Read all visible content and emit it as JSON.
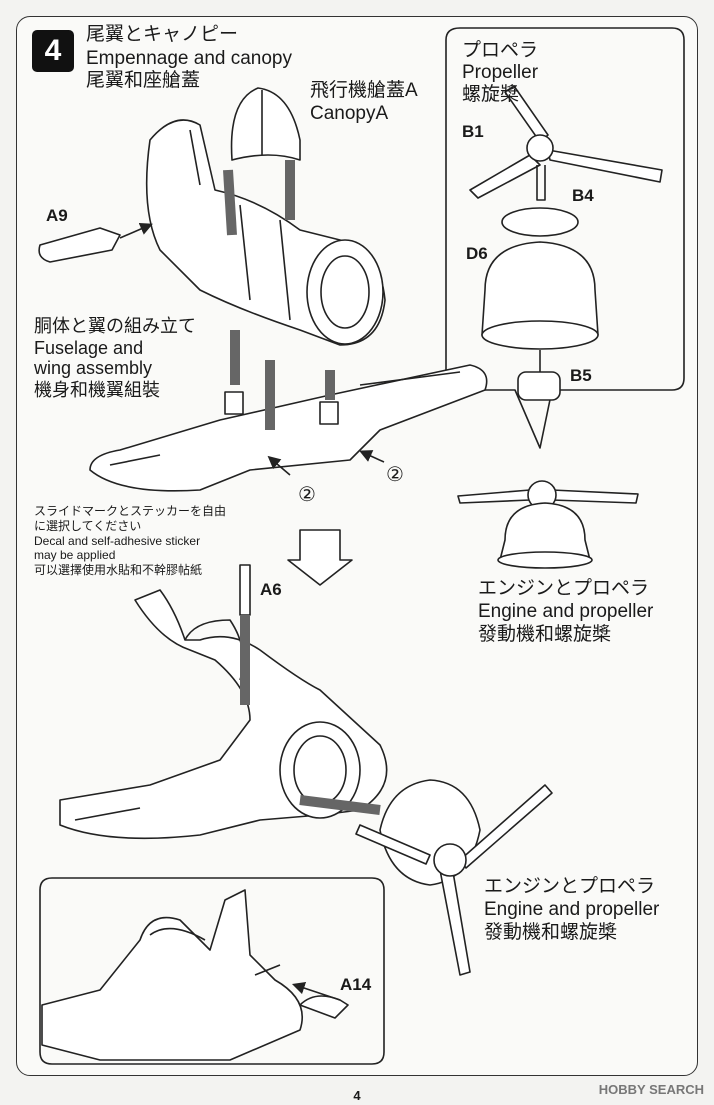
{
  "step": {
    "number": "4",
    "title_jp": "尾翼とキャノピー",
    "title_en": "Empennage and canopy",
    "title_cn": "尾翼和座艙蓋"
  },
  "canopy": {
    "label_cn": "飛行機艙蓋A",
    "label_en": "CanopyA"
  },
  "propeller_box": {
    "label_jp": "プロペラ",
    "label_en": "Propeller",
    "label_cn": "螺旋槳"
  },
  "parts": {
    "a9": "A9",
    "b1": "B1",
    "b4": "B4",
    "d6": "D6",
    "b5": "B5",
    "a6": "A6",
    "a14": "A14"
  },
  "fuselage": {
    "label_jp": "胴体と翼の組み立て",
    "label_en_1": "Fuselage and",
    "label_en_2": "wing assembly",
    "label_cn": "機身和機翼組裝"
  },
  "marker_2": "②",
  "decal_note": {
    "line_jp_1": "スライドマークとステッカーを自由",
    "line_jp_2": "に選択してください",
    "line_en_1": "Decal and self-adhesive sticker",
    "line_en_2": "may be applied",
    "line_cn": "可以選擇使用水貼和不幹膠帖紙"
  },
  "engine_label_1": {
    "jp": "エンジンとプロペラ",
    "en": "Engine and propeller",
    "cn": "發動機和螺旋槳"
  },
  "engine_label_2": {
    "jp": "エンジンとプロペラ",
    "en": "Engine and propeller",
    "cn": "發動機和螺旋槳"
  },
  "page_number": "4",
  "watermark": "HOBBY SEARCH"
}
